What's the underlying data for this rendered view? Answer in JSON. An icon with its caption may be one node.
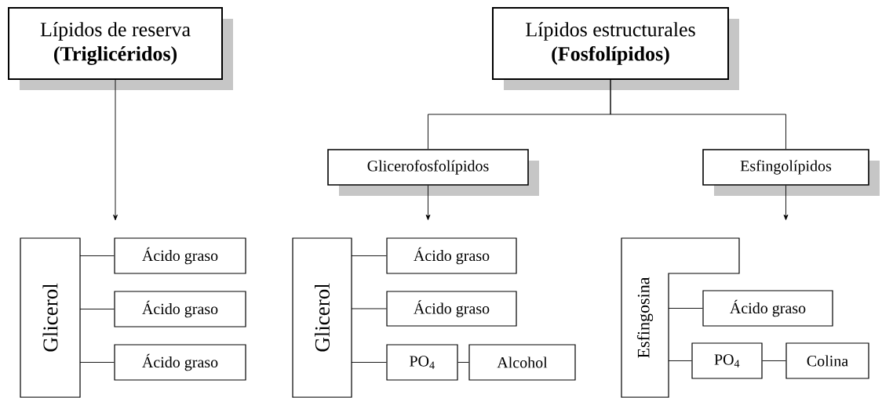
{
  "diagram": {
    "nodes": [
      {
        "text": [
          "Lípidos de reserva",
          "(Triglicéridos)"
        ]
      },
      {
        "text": [
          "Lípidos estructurales",
          "(Fosfolípidos)"
        ]
      },
      {
        "text": [
          "Glicerofosfolípidos"
        ]
      },
      {
        "text": [
          "Esfingolípidos"
        ]
      },
      {
        "text": [
          "Glicerol"
        ]
      },
      {
        "text": [
          "Ácido graso"
        ]
      },
      {
        "text": [
          "Ácido graso"
        ]
      },
      {
        "text": [
          "Ácido graso"
        ]
      },
      {
        "text": [
          "Glicerol"
        ]
      },
      {
        "text": [
          "Ácido graso"
        ]
      },
      {
        "text": [
          "Ácido graso"
        ]
      },
      {
        "text": [
          "PO$_{4}$"
        ]
      },
      {
        "text": [
          "Alcohol"
        ]
      },
      {
        "text": [
          "Esfingosina"
        ]
      },
      {
        "text": [
          "Ácido graso"
        ]
      },
      {
        "text": [
          "PO$_{4}$"
        ]
      },
      {
        "text": [
          "Colina"
        ]
      }
    ],
    "edges": [
      {
        "from": 1,
        "to": 2,
        "arrow": "none"
      },
      {
        "from": 1,
        "to": 3,
        "arrow": "none"
      },
      {
        "from": 0,
        "to": null,
        "arrow": "to"
      },
      {
        "from": 2,
        "to": null,
        "arrow": "to"
      },
      {
        "from": 3,
        "to": null,
        "arrow": "to"
      },
      {
        "from": 4,
        "to": 5,
        "arrow": "none"
      },
      {
        "from": 4,
        "to": 6,
        "arrow": "none"
      },
      {
        "from": 4,
        "to": 7,
        "arrow": "none"
      },
      {
        "from": 8,
        "to": 9,
        "arrow": "none"
      },
      {
        "from": 8,
        "to": 10,
        "arrow": "none"
      },
      {
        "from": 8,
        "to": 11,
        "arrow": "none"
      },
      {
        "from": 11,
        "to": 12,
        "arrow": "none"
      },
      {
        "from": 13,
        "to": 14,
        "arrow": "none"
      },
      {
        "from": 13,
        "to": 15,
        "arrow": "none"
      },
      {
        "from": 15,
        "to": 16,
        "arrow": "none"
      }
    ]
  }
}
